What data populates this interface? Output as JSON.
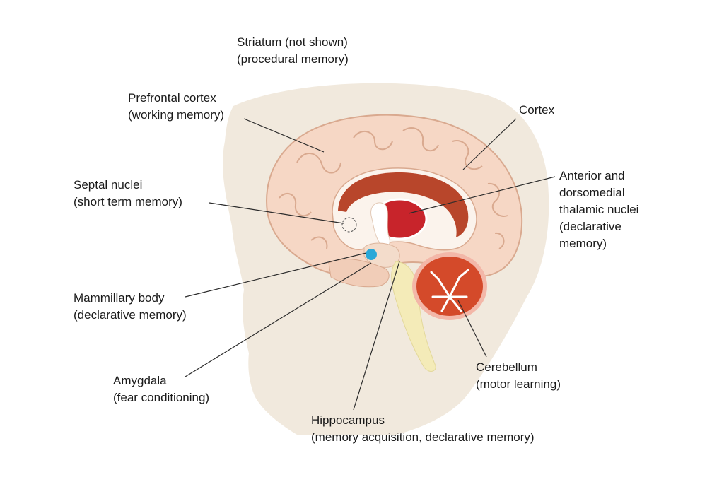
{
  "labels": {
    "striatum": {
      "name": "Striatum (not shown)",
      "role": "(procedural memory)"
    },
    "prefrontal": {
      "name": "Prefrontal cortex",
      "role": "(working memory)"
    },
    "cortex": {
      "name": "Cortex"
    },
    "septal": {
      "name": "Septal nuclei",
      "role": "(short term memory)"
    },
    "thalamic": {
      "line1": "Anterior and",
      "line2": "dorsomedial",
      "line3": "thalamic nuclei",
      "line4": "(declarative",
      "line5": "memory)"
    },
    "mammillary": {
      "name": "Mammillary body",
      "role": "(declarative memory)"
    },
    "amygdala": {
      "name": "Amygdala",
      "role": "(fear conditioning)"
    },
    "cerebellum": {
      "name": "Cerebellum",
      "role": "(motor learning)"
    },
    "hippocampus": {
      "name": "Hippocampus",
      "role": "(memory acquisition, declarative memory)"
    }
  },
  "colors": {
    "head_silhouette": "#f1e9dd",
    "brain": "#f6d7c5",
    "brain_outline": "#d9a98f",
    "corpus_callosum": "#b8462b",
    "thalamus": "#c8242b",
    "mammillary": "#2aa8d8",
    "brainstem": "#f4ebb8",
    "cerebellum": "#d44a2a",
    "leader_line": "#2b2b2b"
  }
}
